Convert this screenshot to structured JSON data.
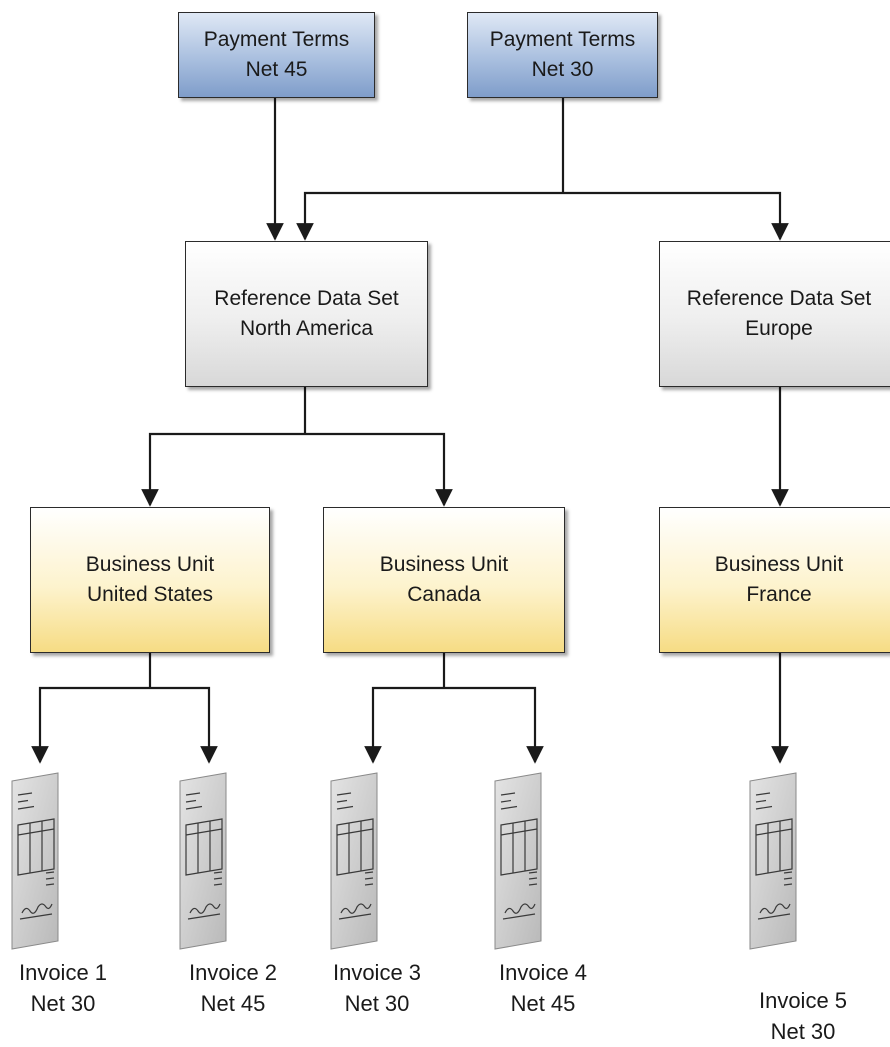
{
  "payment_terms": [
    {
      "line1": "Payment Terms",
      "line2": "Net 45"
    },
    {
      "line1": "Payment Terms",
      "line2": "Net 30"
    }
  ],
  "reference_data_sets": [
    {
      "line1": "Reference Data Set",
      "line2": "North America"
    },
    {
      "line1": "Reference Data Set",
      "line2": "Europe"
    }
  ],
  "business_units": [
    {
      "line1": "Business Unit",
      "line2": "United States"
    },
    {
      "line1": "Business Unit",
      "line2": "Canada"
    },
    {
      "line1": "Business Unit",
      "line2": "France"
    }
  ],
  "invoices": [
    {
      "name": "Invoice 1",
      "terms": "Net 30"
    },
    {
      "name": "Invoice 2",
      "terms": "Net 45"
    },
    {
      "name": "Invoice 3",
      "terms": "Net 30"
    },
    {
      "name": "Invoice 4",
      "terms": "Net 45"
    },
    {
      "name": "Invoice 5",
      "terms": "Net 30"
    }
  ],
  "colors": {
    "payment_terms_fill": "#a9bfdf",
    "reference_set_fill": "#eeeeee",
    "business_unit_fill": "#fdf3cd",
    "connector": "#1a1a1a",
    "invoice_doc": "#c8c8c8"
  },
  "icons": {
    "invoice": "invoice-document-icon"
  }
}
